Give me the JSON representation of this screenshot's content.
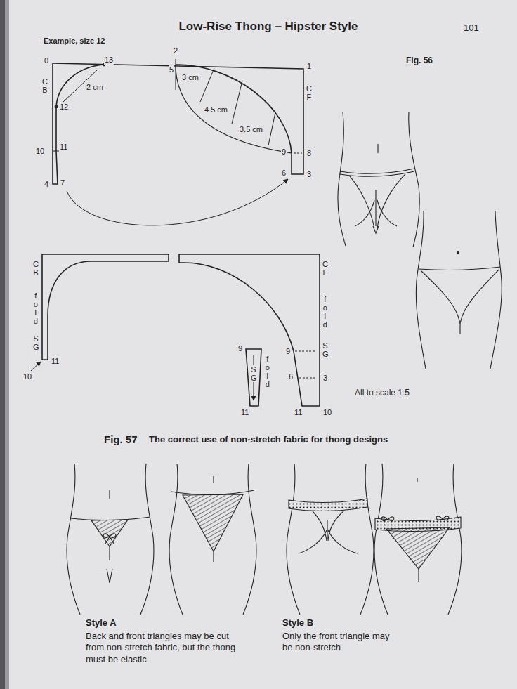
{
  "diagram": {
    "title": "Low-Rise Thong – Hipster Style",
    "caption": "The correct use of non-stretch fabric for thong designs",
    "labels": [
      "Example, size 12",
      "101",
      "Fig. 56",
      "0",
      "2",
      "1",
      "C B",
      "13",
      "5",
      "2 cm",
      "3 cm",
      "4.5 cm",
      "3.5 cm",
      "C F",
      "12",
      "9",
      "8",
      "10",
      "11",
      "6",
      "3",
      "4",
      "7",
      "C B",
      "fold",
      "S G",
      "11",
      "10",
      "C F",
      "fold",
      "9",
      "S G",
      "6",
      "3",
      "11",
      "10",
      "9",
      "S G",
      "fold",
      "11",
      "All to scale 1:5",
      "Fig. 57",
      "Style A",
      "Back and front triangles may be cut from non-stretch fabric, but the thong must be elastic",
      "Style B",
      "Only the front triangle may be non-stretch"
    ]
  }
}
